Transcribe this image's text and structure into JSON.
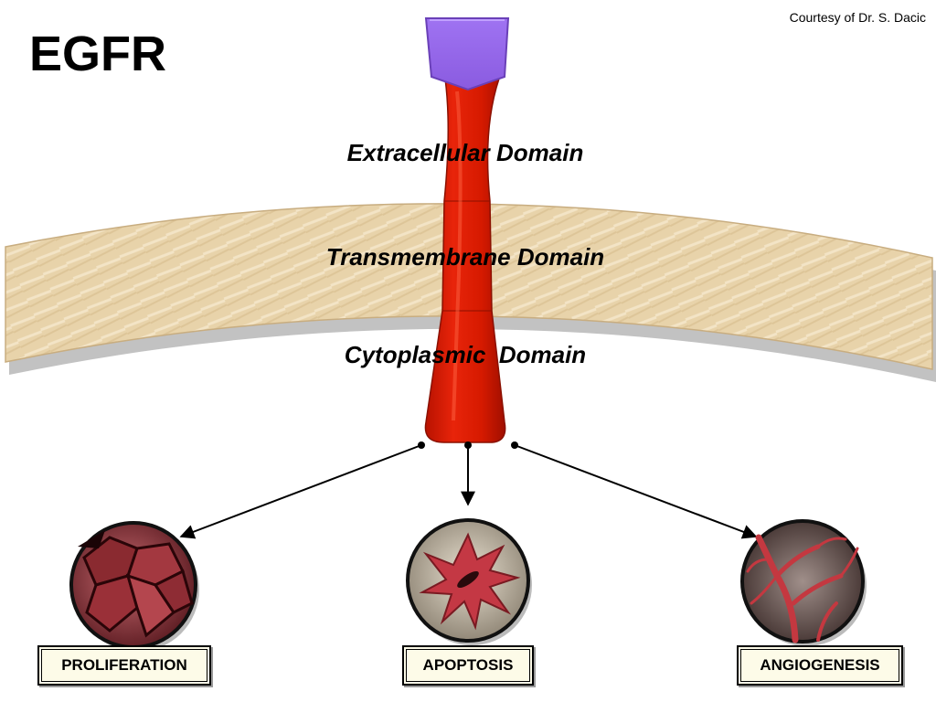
{
  "title": "EGFR",
  "credit": "Courtesy of Dr. S. Dacic",
  "domains": {
    "extracellular": "Extracellular Domain",
    "transmembrane": "Transmembrane Domain",
    "cytoplasmic": "Cytoplasmic  Domain"
  },
  "outcomes": {
    "proliferation": "PROLIFERATION",
    "apoptosis": "APOPTOSIS",
    "angiogenesis": "ANGIOGENESIS"
  },
  "colors": {
    "receptor_red": "#e21a00",
    "ligand_purple": "#9966ee",
    "membrane_tan": "#e8d2a8",
    "box_fill": "#fdfbe8"
  }
}
